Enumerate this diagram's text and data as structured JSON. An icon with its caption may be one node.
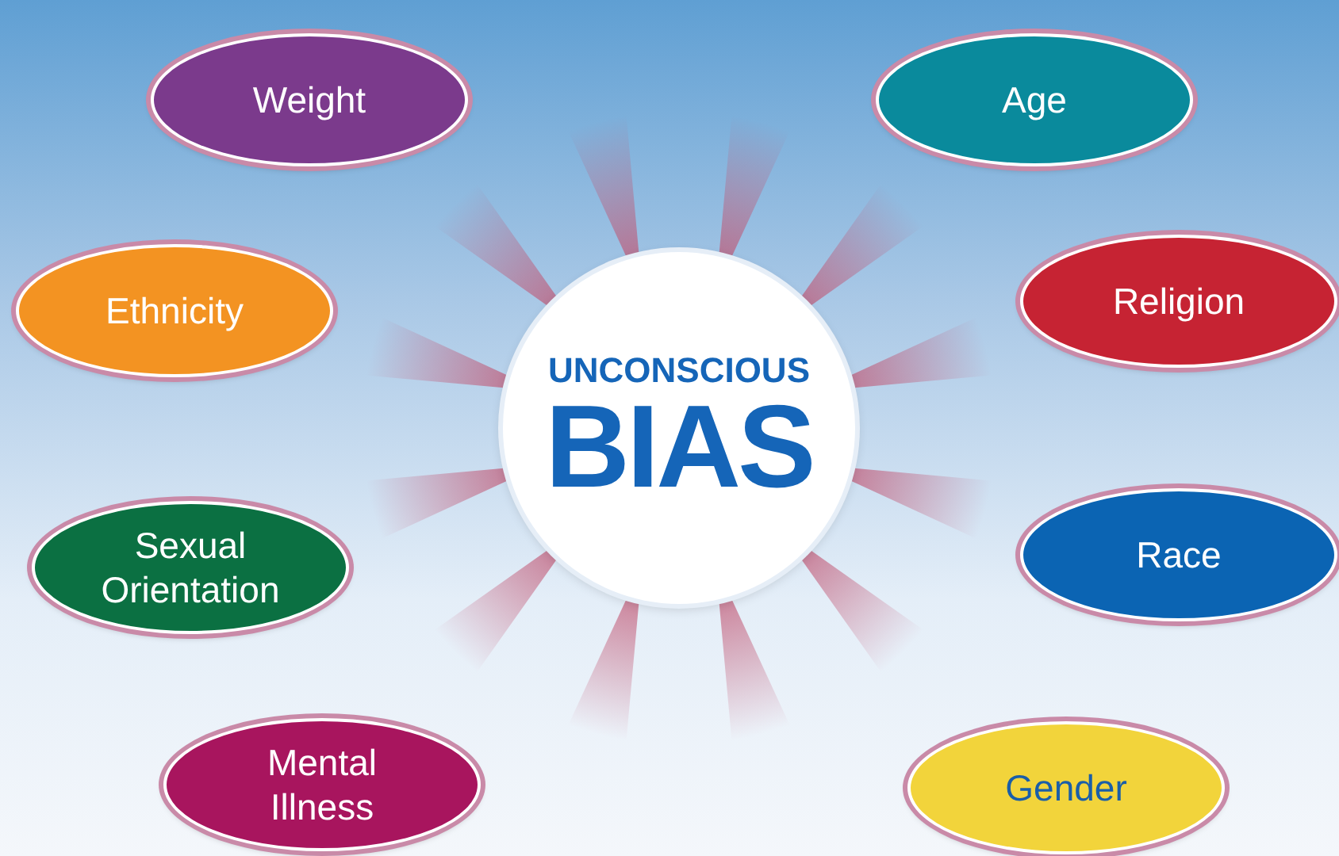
{
  "diagram": {
    "nodes": [
      {
        "text": [
          "Weight"
        ]
      },
      {
        "text": [
          "Age"
        ]
      },
      {
        "text": [
          "Religion"
        ]
      },
      {
        "text": [
          "Ethnicity"
        ]
      },
      {
        "text": [
          "UNCONSCIOUS",
          "BIAS"
        ]
      },
      {
        "text": [
          "Race"
        ]
      },
      {
        "text": [
          "Sexual Orientation"
        ]
      },
      {
        "text": [
          "Mental Illness"
        ]
      },
      {
        "text": [
          "Gender"
        ]
      }
    ]
  }
}
